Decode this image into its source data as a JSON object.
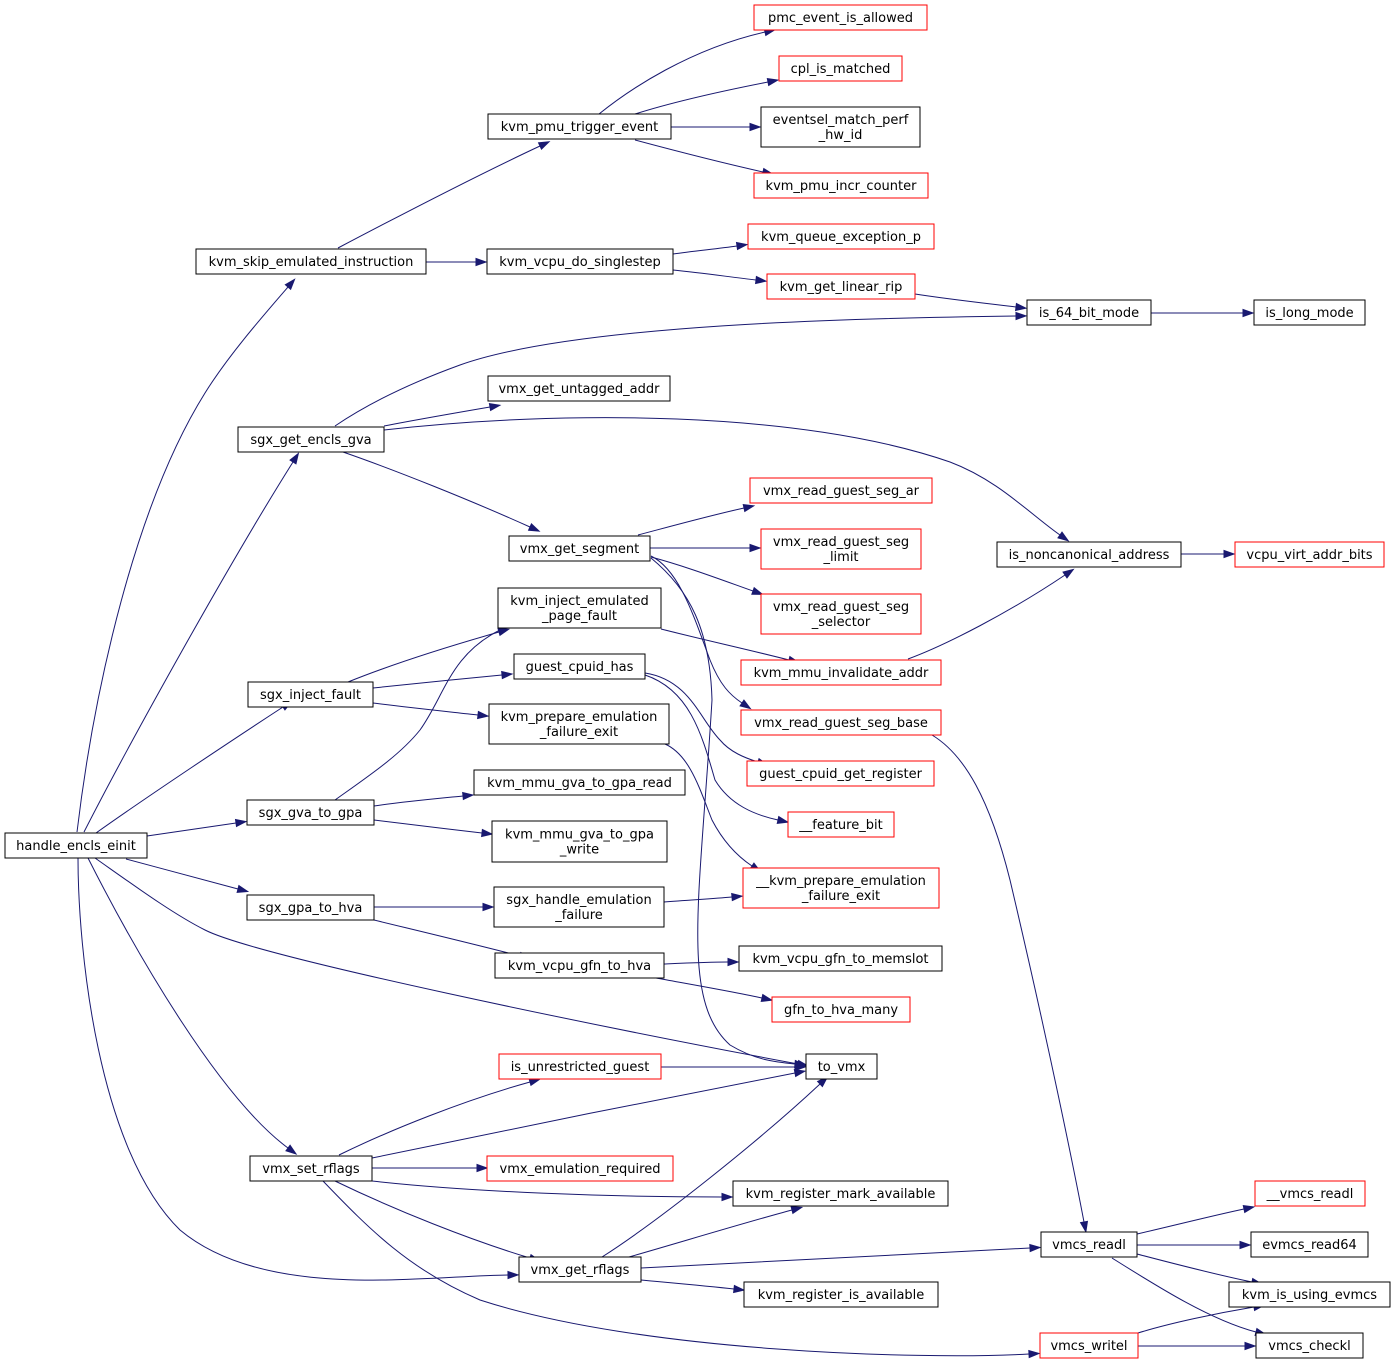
{
  "colors": {
    "edge": "#191970",
    "border_default": "#000000",
    "border_truncated": "#ff0000",
    "root_fill": "#bfbfbf"
  },
  "nodes": [
    {
      "id": "handle_encls_einit",
      "lines": [
        "handle_encls_einit"
      ],
      "style": "root"
    },
    {
      "id": "kvm_skip_emulated_instruction",
      "lines": [
        "kvm_skip_emulated_instruction"
      ],
      "style": "normal"
    },
    {
      "id": "sgx_get_encls_gva",
      "lines": [
        "sgx_get_encls_gva"
      ],
      "style": "normal"
    },
    {
      "id": "sgx_inject_fault",
      "lines": [
        "sgx_inject_fault"
      ],
      "style": "normal"
    },
    {
      "id": "sgx_gva_to_gpa",
      "lines": [
        "sgx_gva_to_gpa"
      ],
      "style": "normal"
    },
    {
      "id": "sgx_gpa_to_hva",
      "lines": [
        "sgx_gpa_to_hva"
      ],
      "style": "normal"
    },
    {
      "id": "vmx_set_rflags",
      "lines": [
        "vmx_set_rflags"
      ],
      "style": "normal"
    },
    {
      "id": "kvm_pmu_trigger_event",
      "lines": [
        "kvm_pmu_trigger_event"
      ],
      "style": "normal"
    },
    {
      "id": "kvm_vcpu_do_singlestep",
      "lines": [
        "kvm_vcpu_do_singlestep"
      ],
      "style": "normal"
    },
    {
      "id": "vmx_get_untagged_addr",
      "lines": [
        "vmx_get_untagged_addr"
      ],
      "style": "normal"
    },
    {
      "id": "vmx_get_segment",
      "lines": [
        "vmx_get_segment"
      ],
      "style": "normal"
    },
    {
      "id": "kvm_inject_emulated_page_fault",
      "lines": [
        "kvm_inject_emulated",
        "_page_fault"
      ],
      "style": "normal"
    },
    {
      "id": "guest_cpuid_has",
      "lines": [
        "guest_cpuid_has"
      ],
      "style": "normal"
    },
    {
      "id": "kvm_prepare_emulation_failure_exit",
      "lines": [
        "kvm_prepare_emulation",
        "_failure_exit"
      ],
      "style": "normal"
    },
    {
      "id": "kvm_mmu_gva_to_gpa_read",
      "lines": [
        "kvm_mmu_gva_to_gpa_read"
      ],
      "style": "normal"
    },
    {
      "id": "kvm_mmu_gva_to_gpa_write",
      "lines": [
        "kvm_mmu_gva_to_gpa",
        "_write"
      ],
      "style": "normal"
    },
    {
      "id": "sgx_handle_emulation_failure",
      "lines": [
        "sgx_handle_emulation",
        "_failure"
      ],
      "style": "normal"
    },
    {
      "id": "kvm_vcpu_gfn_to_hva",
      "lines": [
        "kvm_vcpu_gfn_to_hva"
      ],
      "style": "normal"
    },
    {
      "id": "is_unrestricted_guest",
      "lines": [
        "is_unrestricted_guest"
      ],
      "style": "truncated"
    },
    {
      "id": "vmx_emulation_required",
      "lines": [
        "vmx_emulation_required"
      ],
      "style": "truncated"
    },
    {
      "id": "vmx_get_rflags",
      "lines": [
        "vmx_get_rflags"
      ],
      "style": "normal"
    },
    {
      "id": "pmc_event_is_allowed",
      "lines": [
        "pmc_event_is_allowed"
      ],
      "style": "truncated"
    },
    {
      "id": "cpl_is_matched",
      "lines": [
        "cpl_is_matched"
      ],
      "style": "truncated"
    },
    {
      "id": "eventsel_match_perf_hw_id",
      "lines": [
        "eventsel_match_perf",
        "_hw_id"
      ],
      "style": "normal"
    },
    {
      "id": "kvm_pmu_incr_counter",
      "lines": [
        "kvm_pmu_incr_counter"
      ],
      "style": "truncated"
    },
    {
      "id": "kvm_queue_exception_p",
      "lines": [
        "kvm_queue_exception_p"
      ],
      "style": "truncated"
    },
    {
      "id": "kvm_get_linear_rip",
      "lines": [
        "kvm_get_linear_rip"
      ],
      "style": "truncated"
    },
    {
      "id": "vmx_read_guest_seg_ar",
      "lines": [
        "vmx_read_guest_seg_ar"
      ],
      "style": "truncated"
    },
    {
      "id": "vmx_read_guest_seg_limit",
      "lines": [
        "vmx_read_guest_seg",
        "_limit"
      ],
      "style": "truncated"
    },
    {
      "id": "vmx_read_guest_seg_selector",
      "lines": [
        "vmx_read_guest_seg",
        "_selector"
      ],
      "style": "truncated"
    },
    {
      "id": "kvm_mmu_invalidate_addr",
      "lines": [
        "kvm_mmu_invalidate_addr"
      ],
      "style": "truncated"
    },
    {
      "id": "vmx_read_guest_seg_base",
      "lines": [
        "vmx_read_guest_seg_base"
      ],
      "style": "truncated"
    },
    {
      "id": "guest_cpuid_get_register",
      "lines": [
        "guest_cpuid_get_register"
      ],
      "style": "truncated"
    },
    {
      "id": "__feature_bit",
      "lines": [
        "__feature_bit"
      ],
      "style": "truncated"
    },
    {
      "id": "__kvm_prepare_emulation_failure_exit",
      "lines": [
        "__kvm_prepare_emulation",
        "_failure_exit"
      ],
      "style": "truncated"
    },
    {
      "id": "kvm_vcpu_gfn_to_memslot",
      "lines": [
        "kvm_vcpu_gfn_to_memslot"
      ],
      "style": "normal"
    },
    {
      "id": "gfn_to_hva_many",
      "lines": [
        "gfn_to_hva_many"
      ],
      "style": "truncated"
    },
    {
      "id": "to_vmx",
      "lines": [
        "to_vmx"
      ],
      "style": "normal"
    },
    {
      "id": "kvm_register_mark_available",
      "lines": [
        "kvm_register_mark_available"
      ],
      "style": "normal"
    },
    {
      "id": "kvm_register_is_available",
      "lines": [
        "kvm_register_is_available"
      ],
      "style": "normal"
    },
    {
      "id": "is_64_bit_mode",
      "lines": [
        "is_64_bit_mode"
      ],
      "style": "normal"
    },
    {
      "id": "is_noncanonical_address",
      "lines": [
        "is_noncanonical_address"
      ],
      "style": "normal"
    },
    {
      "id": "vmcs_readl",
      "lines": [
        "vmcs_readl"
      ],
      "style": "normal"
    },
    {
      "id": "vmcs_writel",
      "lines": [
        "vmcs_writel"
      ],
      "style": "truncated"
    },
    {
      "id": "is_long_mode",
      "lines": [
        "is_long_mode"
      ],
      "style": "normal"
    },
    {
      "id": "vcpu_virt_addr_bits",
      "lines": [
        "vcpu_virt_addr_bits"
      ],
      "style": "truncated"
    },
    {
      "id": "__vmcs_readl",
      "lines": [
        "__vmcs_readl"
      ],
      "style": "truncated"
    },
    {
      "id": "evmcs_read64",
      "lines": [
        "evmcs_read64"
      ],
      "style": "normal"
    },
    {
      "id": "kvm_is_using_evmcs",
      "lines": [
        "kvm_is_using_evmcs"
      ],
      "style": "normal"
    },
    {
      "id": "vmcs_checkl",
      "lines": [
        "vmcs_checkl"
      ],
      "style": "normal"
    }
  ],
  "edges": [
    [
      "handle_encls_einit",
      "kvm_skip_emulated_instruction"
    ],
    [
      "handle_encls_einit",
      "sgx_get_encls_gva"
    ],
    [
      "handle_encls_einit",
      "sgx_inject_fault"
    ],
    [
      "handle_encls_einit",
      "sgx_gva_to_gpa"
    ],
    [
      "handle_encls_einit",
      "sgx_gpa_to_hva"
    ],
    [
      "handle_encls_einit",
      "to_vmx"
    ],
    [
      "handle_encls_einit",
      "vmx_set_rflags"
    ],
    [
      "handle_encls_einit",
      "vmx_get_rflags"
    ],
    [
      "kvm_skip_emulated_instruction",
      "kvm_pmu_trigger_event"
    ],
    [
      "kvm_skip_emulated_instruction",
      "kvm_vcpu_do_singlestep"
    ],
    [
      "kvm_pmu_trigger_event",
      "pmc_event_is_allowed"
    ],
    [
      "kvm_pmu_trigger_event",
      "cpl_is_matched"
    ],
    [
      "kvm_pmu_trigger_event",
      "eventsel_match_perf_hw_id"
    ],
    [
      "kvm_pmu_trigger_event",
      "kvm_pmu_incr_counter"
    ],
    [
      "kvm_vcpu_do_singlestep",
      "kvm_queue_exception_p"
    ],
    [
      "kvm_vcpu_do_singlestep",
      "kvm_get_linear_rip"
    ],
    [
      "kvm_get_linear_rip",
      "is_64_bit_mode"
    ],
    [
      "is_64_bit_mode",
      "is_long_mode"
    ],
    [
      "sgx_get_encls_gva",
      "is_64_bit_mode"
    ],
    [
      "sgx_get_encls_gva",
      "vmx_get_untagged_addr"
    ],
    [
      "sgx_get_encls_gva",
      "is_noncanonical_address"
    ],
    [
      "sgx_get_encls_gva",
      "vmx_get_segment"
    ],
    [
      "vmx_get_segment",
      "vmx_read_guest_seg_ar"
    ],
    [
      "vmx_get_segment",
      "vmx_read_guest_seg_limit"
    ],
    [
      "vmx_get_segment",
      "vmx_read_guest_seg_selector"
    ],
    [
      "vmx_get_segment",
      "vmx_read_guest_seg_base"
    ],
    [
      "vmx_get_segment",
      "to_vmx"
    ],
    [
      "is_noncanonical_address",
      "vcpu_virt_addr_bits"
    ],
    [
      "sgx_inject_fault",
      "kvm_inject_emulated_page_fault"
    ],
    [
      "sgx_inject_fault",
      "guest_cpuid_has"
    ],
    [
      "sgx_inject_fault",
      "kvm_prepare_emulation_failure_exit"
    ],
    [
      "kvm_inject_emulated_page_fault",
      "kvm_mmu_invalidate_addr"
    ],
    [
      "kvm_mmu_invalidate_addr",
      "is_noncanonical_address"
    ],
    [
      "guest_cpuid_has",
      "guest_cpuid_get_register"
    ],
    [
      "guest_cpuid_has",
      "__feature_bit"
    ],
    [
      "kvm_prepare_emulation_failure_exit",
      "__kvm_prepare_emulation_failure_exit"
    ],
    [
      "vmx_read_guest_seg_base",
      "vmcs_readl"
    ],
    [
      "sgx_gva_to_gpa",
      "kvm_inject_emulated_page_fault"
    ],
    [
      "sgx_gva_to_gpa",
      "kvm_mmu_gva_to_gpa_read"
    ],
    [
      "sgx_gva_to_gpa",
      "kvm_mmu_gva_to_gpa_write"
    ],
    [
      "sgx_gpa_to_hva",
      "sgx_handle_emulation_failure"
    ],
    [
      "sgx_gpa_to_hva",
      "kvm_vcpu_gfn_to_hva"
    ],
    [
      "sgx_handle_emulation_failure",
      "__kvm_prepare_emulation_failure_exit"
    ],
    [
      "kvm_vcpu_gfn_to_hva",
      "kvm_vcpu_gfn_to_memslot"
    ],
    [
      "kvm_vcpu_gfn_to_hva",
      "gfn_to_hva_many"
    ],
    [
      "vmx_set_rflags",
      "is_unrestricted_guest"
    ],
    [
      "vmx_set_rflags",
      "to_vmx"
    ],
    [
      "vmx_set_rflags",
      "vmx_emulation_required"
    ],
    [
      "vmx_set_rflags",
      "kvm_register_mark_available"
    ],
    [
      "vmx_set_rflags",
      "vmx_get_rflags"
    ],
    [
      "vmx_set_rflags",
      "vmcs_writel"
    ],
    [
      "is_unrestricted_guest",
      "to_vmx"
    ],
    [
      "vmx_get_rflags",
      "to_vmx"
    ],
    [
      "vmx_get_rflags",
      "kvm_register_mark_available"
    ],
    [
      "vmx_get_rflags",
      "vmcs_readl"
    ],
    [
      "vmx_get_rflags",
      "kvm_register_is_available"
    ],
    [
      "vmcs_readl",
      "__vmcs_readl"
    ],
    [
      "vmcs_readl",
      "evmcs_read64"
    ],
    [
      "vmcs_readl",
      "kvm_is_using_evmcs"
    ],
    [
      "vmcs_readl",
      "vmcs_checkl"
    ],
    [
      "vmcs_writel",
      "kvm_is_using_evmcs"
    ],
    [
      "vmcs_writel",
      "vmcs_checkl"
    ]
  ]
}
